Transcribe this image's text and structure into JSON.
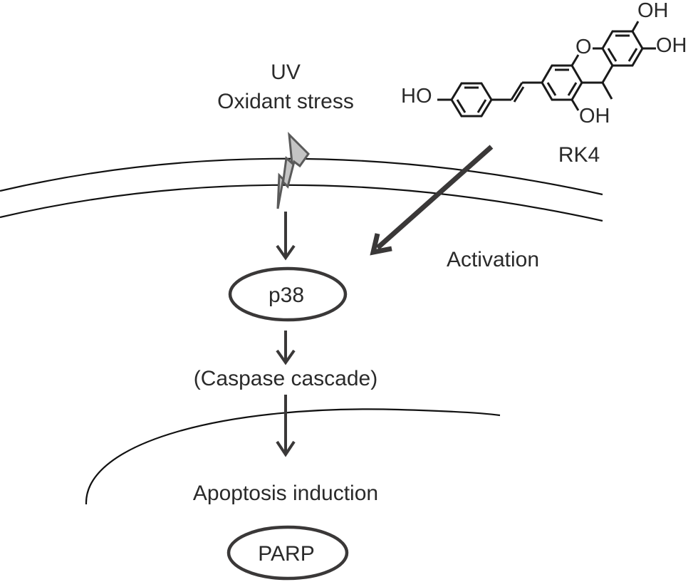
{
  "stimulus": {
    "line1": "UV",
    "line2": "Oxidant stress"
  },
  "compound": {
    "name": "RK4",
    "labels": {
      "ho_left": "HO",
      "ring_oxygen": "O",
      "oh_top": "OH",
      "oh_right": "OH",
      "oh_bottom": "OH"
    }
  },
  "edges": {
    "activation_label": "Activation"
  },
  "nodes": {
    "p38": "p38",
    "caspase": "(Caspase cascade)",
    "apoptosis": "Apoptosis induction",
    "parp": "PARP"
  },
  "colors": {
    "arrow": "#3a3838",
    "lightning_fill": "#c4c4c4",
    "lightning_stroke": "#5a5a5a",
    "membrane": "#111111",
    "text": "#2a2a2a"
  }
}
